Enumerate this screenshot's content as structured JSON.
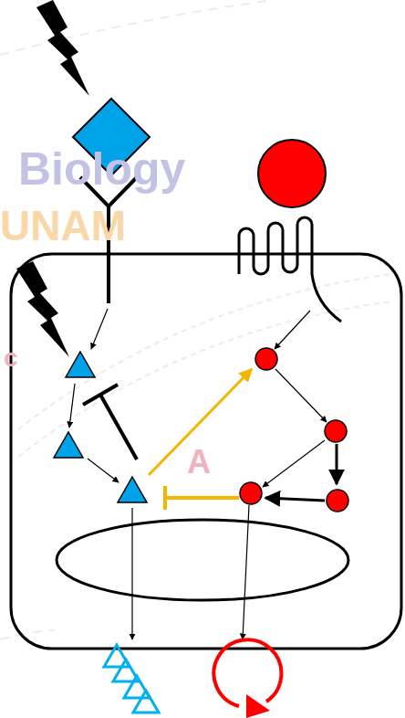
{
  "diagram": {
    "labels": [
      "Biology",
      "UNAM",
      "c",
      "A"
    ]
  }
}
